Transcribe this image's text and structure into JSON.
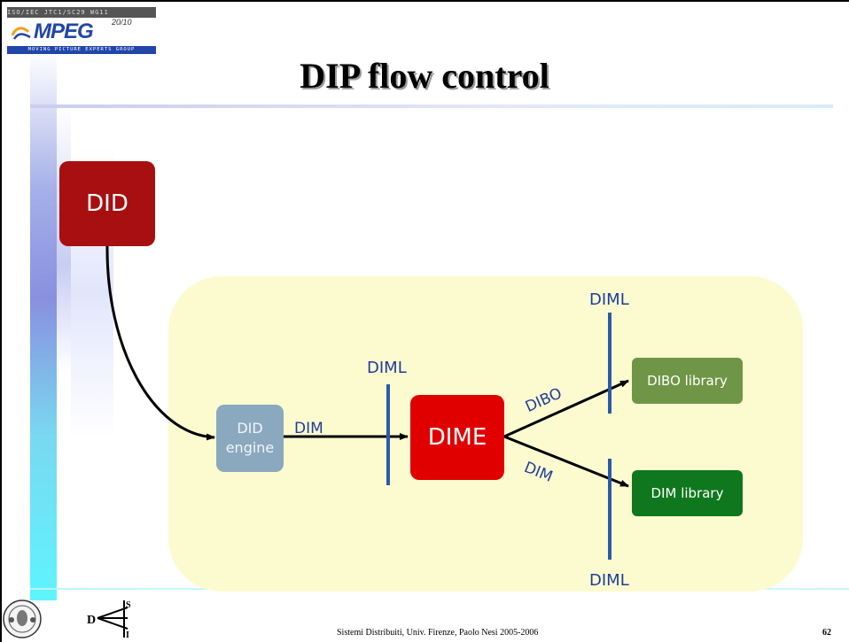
{
  "logo": {
    "top_text": "ISO/IEC JTC1/SC29 WG11",
    "word": "MPEG",
    "superscript": "20/10",
    "bottom_text": "MOVING PICTURE EXPERTS GROUP"
  },
  "slide": {
    "title": "DIP flow control"
  },
  "diagram": {
    "nodes": {
      "did": "DID",
      "engine_line1": "DID",
      "engine_line2": "engine",
      "dime": "DIME",
      "dibo_library": "DIBO library",
      "dim_library": "DIM library"
    },
    "edge_labels": {
      "dim_to_dime": "DIM",
      "dibo": "DIBO",
      "dim_lower": "DIM"
    },
    "barrier_labels": {
      "diml_middle": "DIML",
      "diml_top": "DIML",
      "diml_bottom": "DIML"
    },
    "colors": {
      "did": "#a80f10",
      "engine": "#8aa9bf",
      "dime": "#e00000",
      "dibo_library": "#6e9646",
      "dim_library": "#0f781e",
      "background_area": "#fcfbd0",
      "barrier": "#2b5ba8",
      "label_text": "#1e3d9c"
    }
  },
  "footer": {
    "text": "Sistemi Distribuiti, Univ. Firenze, Paolo Nesi 2005-2006",
    "page": "62"
  }
}
